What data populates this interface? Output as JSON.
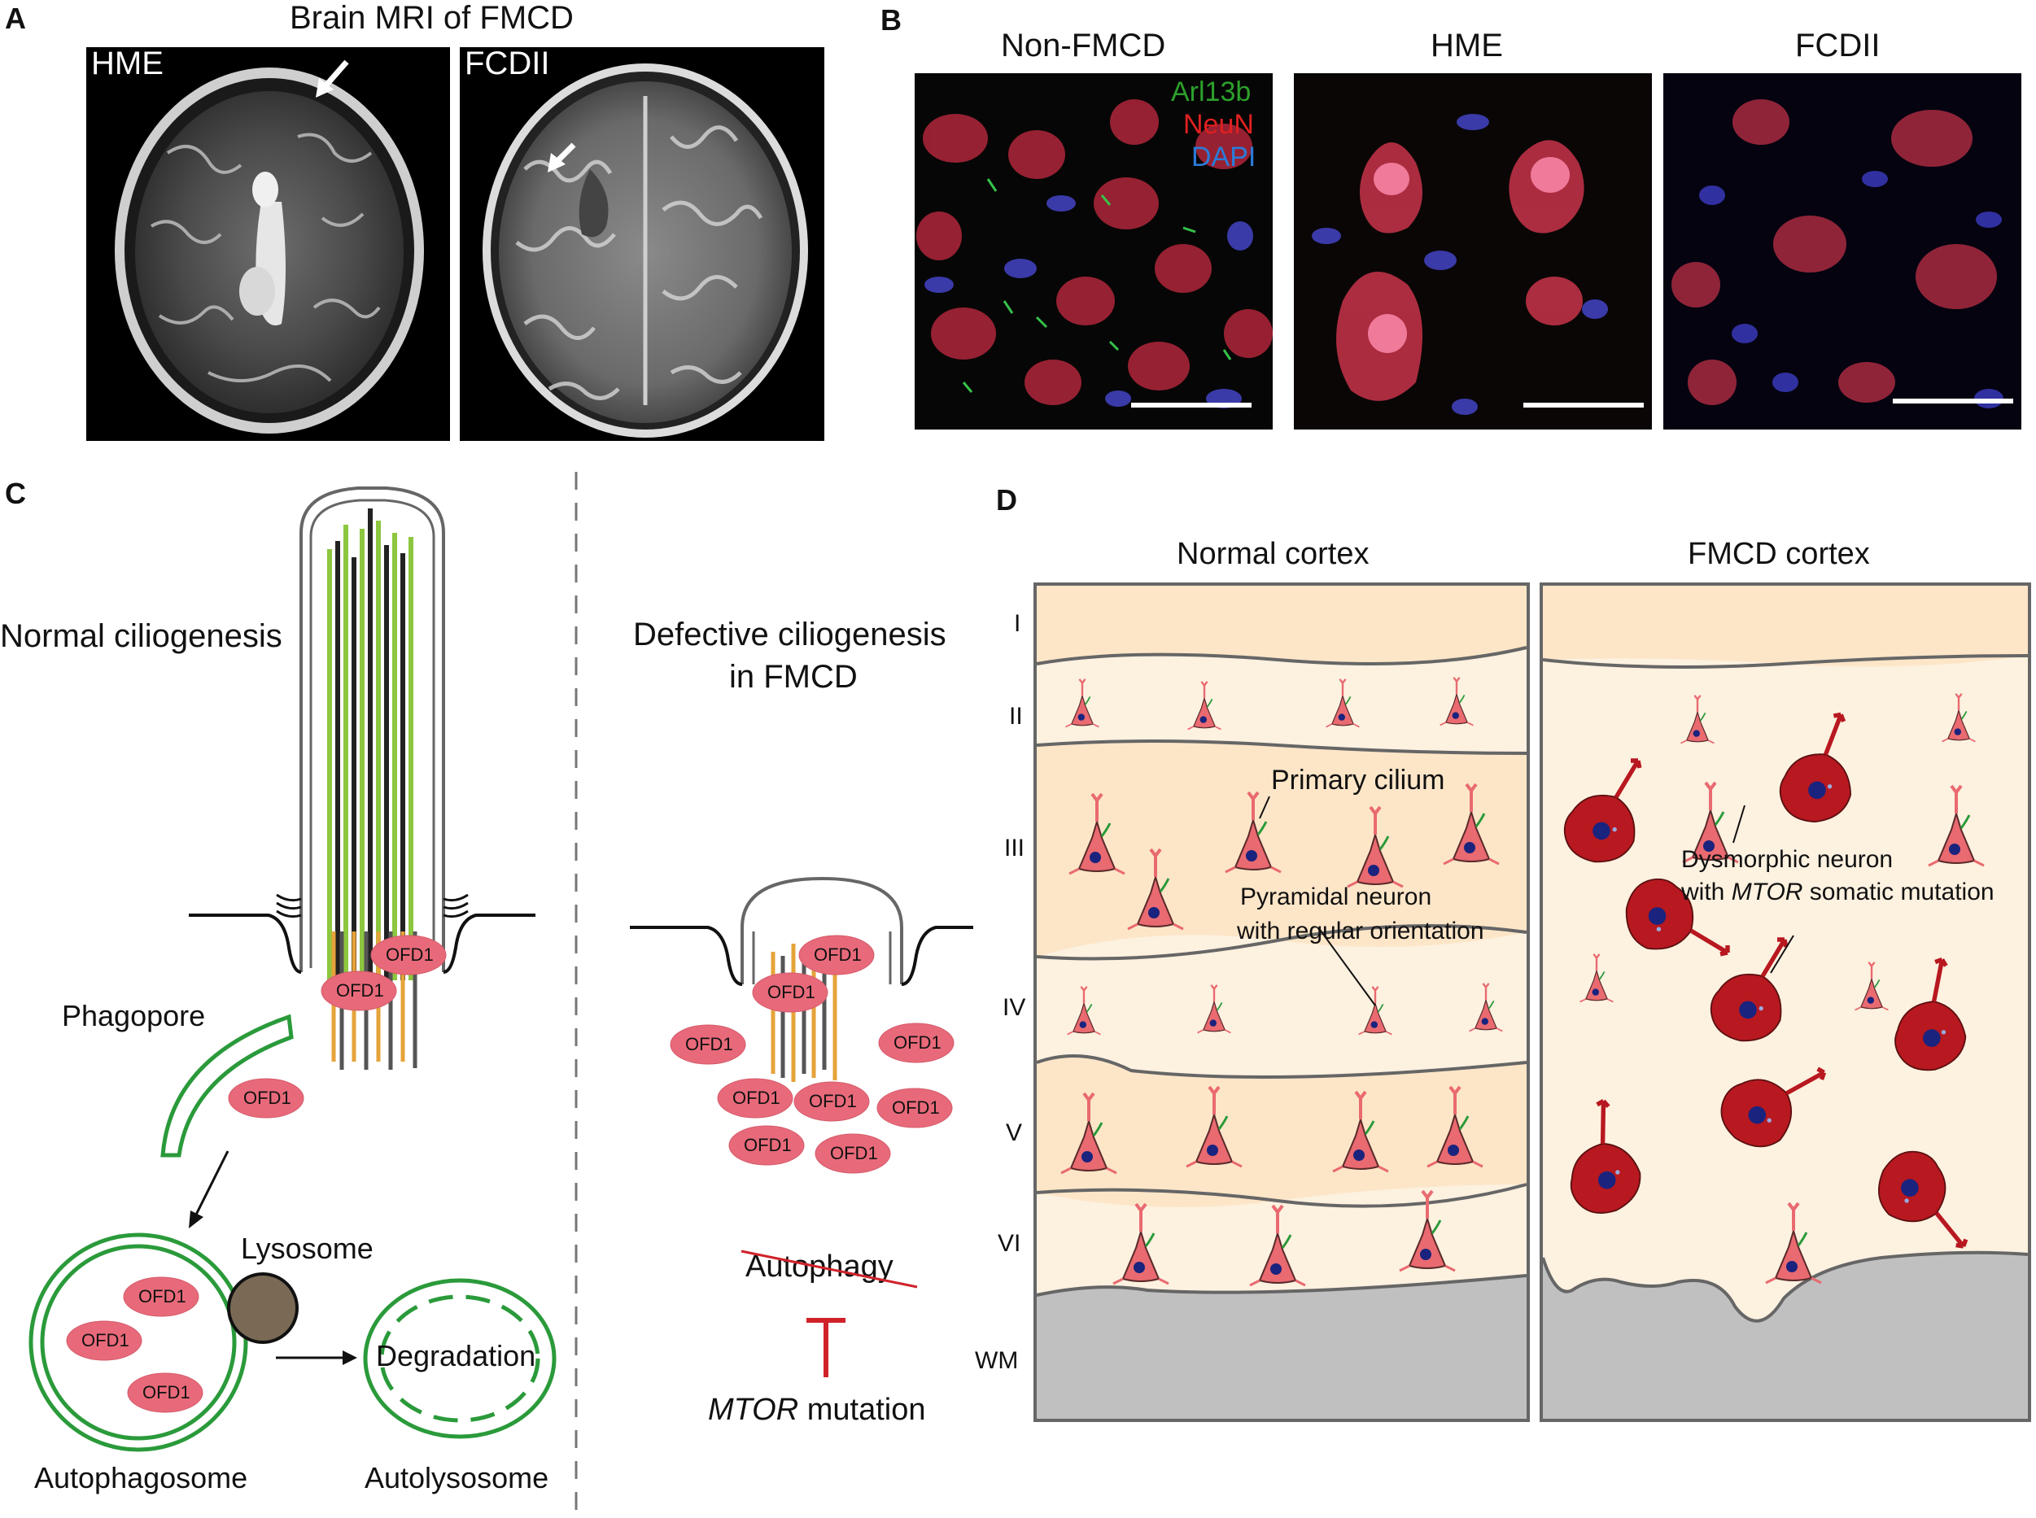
{
  "panel_letters": {
    "a": "A",
    "b": "B",
    "c": "C",
    "d": "D"
  },
  "panel_a": {
    "title": "Brain MRI of FMCD",
    "image_left_label": "HME",
    "image_right_label": "FCDII"
  },
  "panel_b": {
    "headers": [
      "Non-FMCD",
      "HME",
      "FCDII"
    ],
    "legend": {
      "arl13b": "Arl13b",
      "neun": "NeuN",
      "dapi": "DAPI"
    },
    "colors": {
      "arl13b": "#2ca02c",
      "neun": "#e02020",
      "dapi": "#2b7bd8"
    }
  },
  "panel_c": {
    "normal_title": "Normal ciliogenesis",
    "defective_title_line1": "Defective ciliogenesis",
    "defective_title_line2": "in FMCD",
    "ofd1": "OFD1",
    "phagopore": "Phagopore",
    "lysosome": "Lysosome",
    "degradation": "Degradation",
    "autophagosome": "Autophagosome",
    "autolysosome": "Autolysosome",
    "autophagy": "Autophagy",
    "mtor_italic": "MTOR",
    "mutation": " mutation"
  },
  "panel_d": {
    "normal_title": "Normal cortex",
    "fmcd_title": "FMCD cortex",
    "layers": [
      "I",
      "II",
      "III",
      "IV",
      "V",
      "VI",
      "WM"
    ],
    "primary_cilium": "Primary cilium",
    "pyramidal_line1": "Pyramidal neuron",
    "pyramidal_line2": "with regular orientation",
    "dysmorphic_line1": "Dysmorphic neuron",
    "dysmorphic_line2_pre": "with ",
    "dysmorphic_line2_italic": "MTOR",
    "dysmorphic_line2_post": " somatic mutation"
  }
}
